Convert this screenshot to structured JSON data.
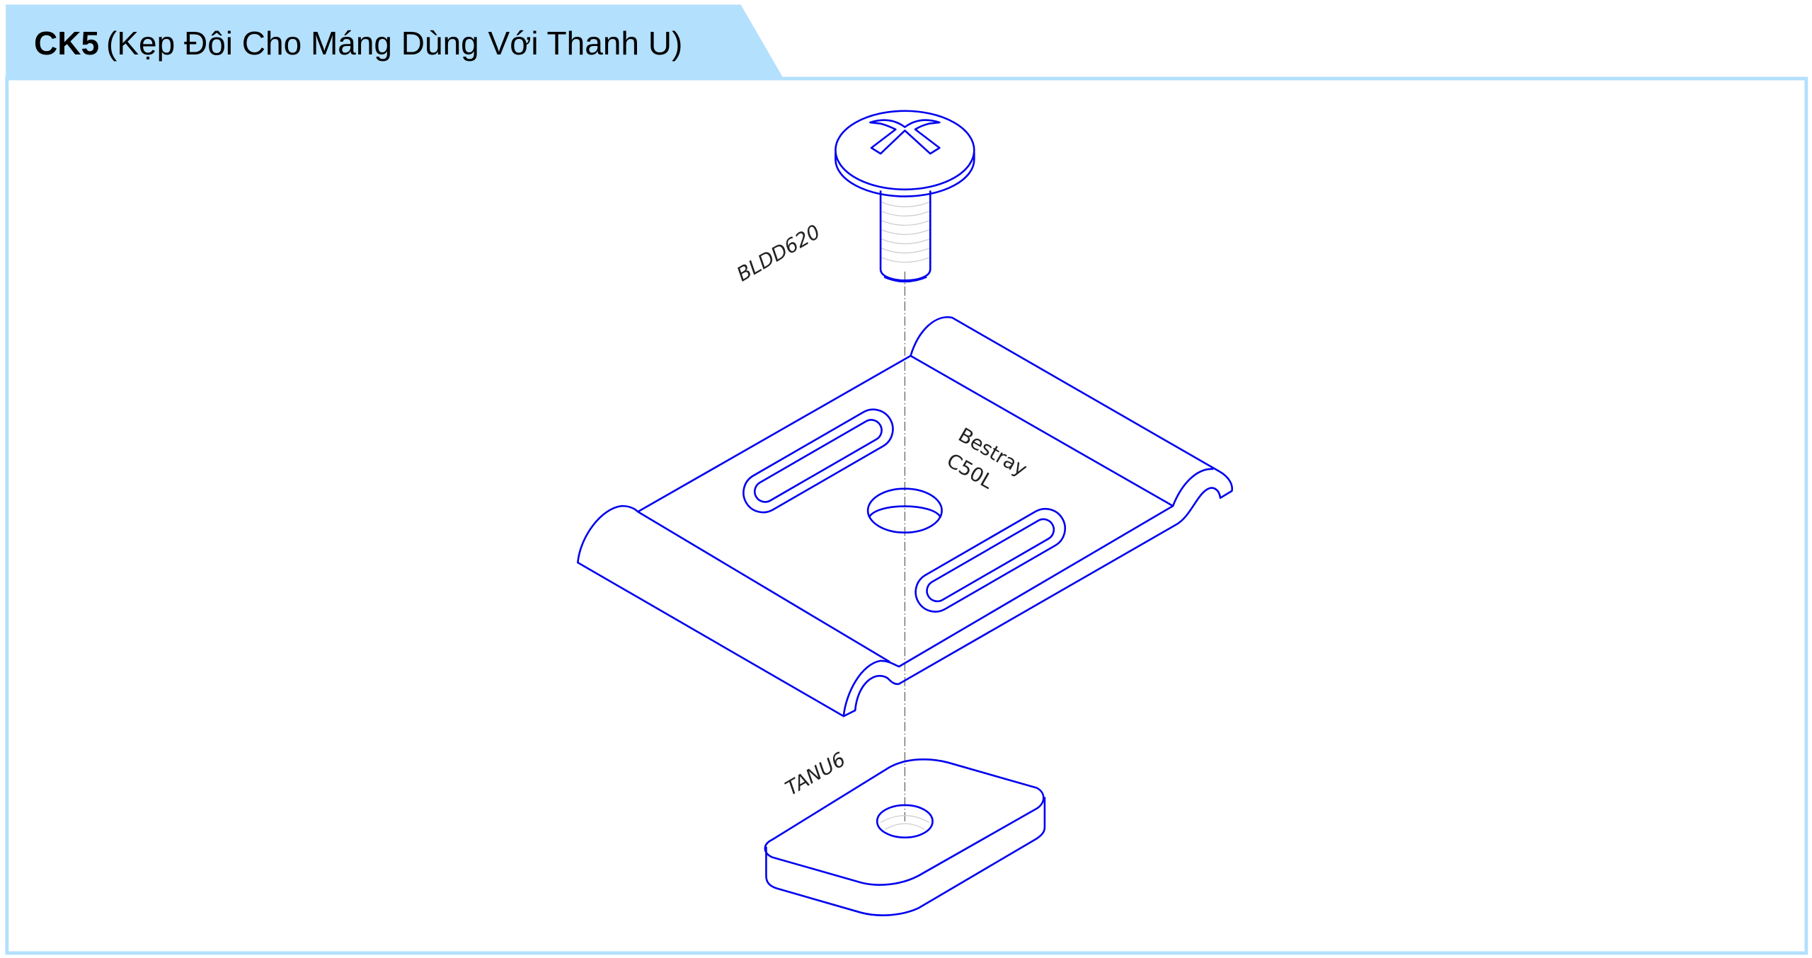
{
  "header": {
    "code": "CK5",
    "title": "(Kẹp Đôi Cho Máng Dùng Với Thanh U)",
    "tab_color": "#b3e0fd",
    "line_color": "#0000ee"
  },
  "parts": {
    "screw_label": "BLDD620",
    "plate_brand": "Bestray",
    "plate_model": "C50L",
    "nut_label": "TANU6"
  }
}
